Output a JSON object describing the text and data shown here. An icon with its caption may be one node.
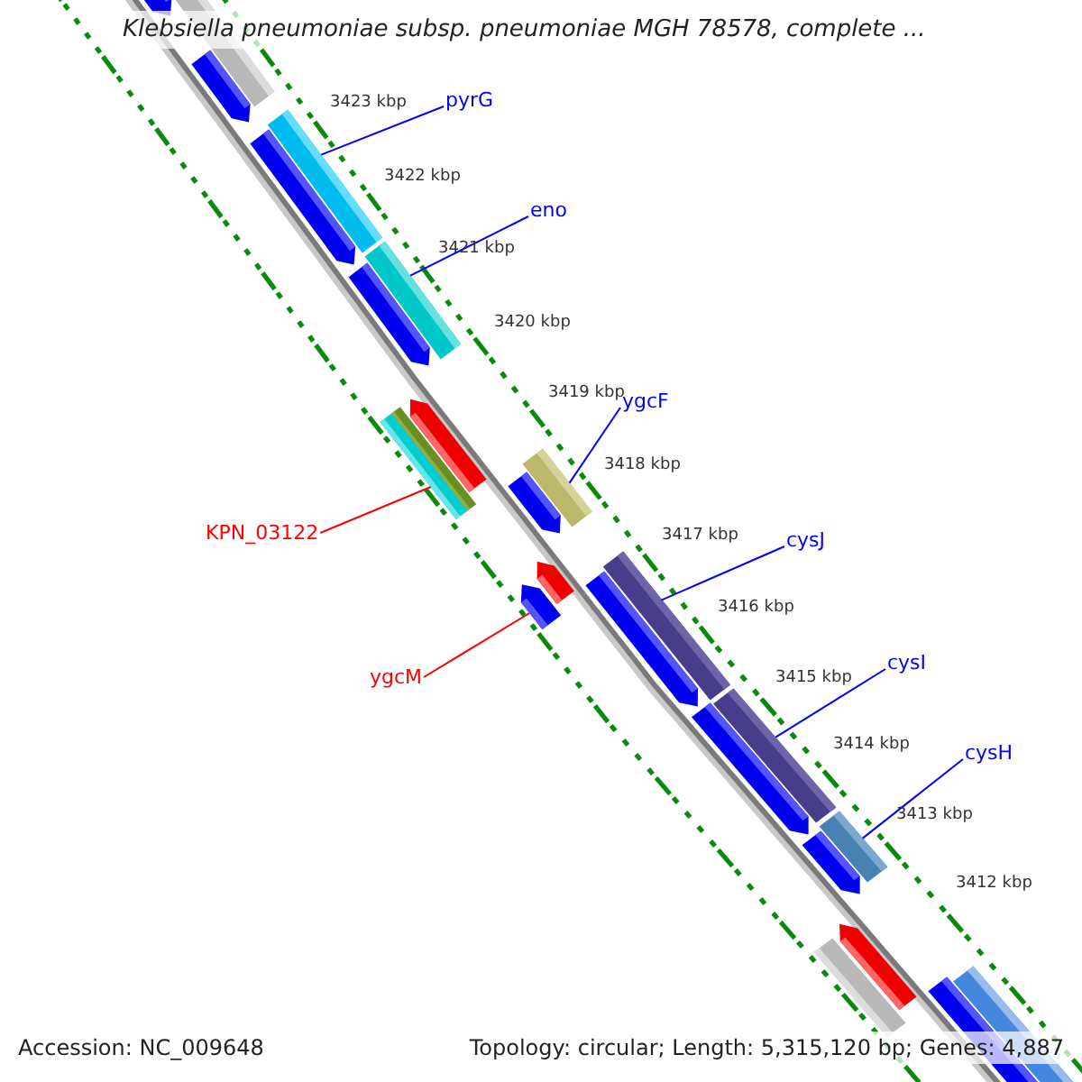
{
  "diagram": {
    "title": "Klebsiella pneumoniae subsp. pneumoniae MGH 78578, complete ...",
    "nodes": [
      {
        "text": [
          "pyrG"
        ]
      },
      {
        "text": [
          "eno"
        ]
      },
      {
        "text": [
          "ygcF"
        ]
      },
      {
        "text": [
          "KPN_03122"
        ]
      },
      {
        "text": [
          "cysJ"
        ]
      },
      {
        "text": [
          "cysI"
        ]
      },
      {
        "text": [
          "ygcM"
        ]
      },
      {
        "text": [
          "cysH"
        ]
      },
      {
        "text": [],
        "shape": "bar"
      },
      {
        "text": [],
        "shape": "bar"
      },
      {
        "text": [],
        "shape": "bar"
      },
      {
        "text": [],
        "shape": "bar"
      },
      {
        "text": [],
        "shape": "bar"
      },
      {
        "text": [],
        "shape": "bar"
      },
      {
        "text": [],
        "shape": "bar"
      },
      {
        "text": [],
        "shape": "bar"
      }
    ],
    "edges": [
      {
        "from": 0,
        "to": 8,
        "arrow": "none"
      },
      {
        "from": 1,
        "to": 9,
        "arrow": "none"
      },
      {
        "from": 2,
        "to": 11,
        "arrow": "none"
      },
      {
        "from": 3,
        "to": 10,
        "arrow": "none",
        "color": "#ff0000"
      },
      {
        "from": 4,
        "to": 13,
        "arrow": "none"
      },
      {
        "from": 5,
        "to": 14,
        "arrow": "none"
      },
      {
        "from": 6,
        "to": 12,
        "arrow": "none",
        "color": "#ff0000"
      },
      {
        "from": 7,
        "to": 15,
        "arrow": "none"
      }
    ],
    "labels": [
      "3423 kbp",
      "3422 kbp",
      "3421 kbp",
      "3420 kbp",
      "3419 kbp",
      "3418 kbp",
      "3417 kbp",
      "3416 kbp",
      "3415 kbp",
      "3414 kbp",
      "3413 kbp",
      "3412 kbp",
      "Accession: NC_009648",
      "Topology: circular; Length: 5,315,120 bp; Genes: 4,887"
    ]
  }
}
